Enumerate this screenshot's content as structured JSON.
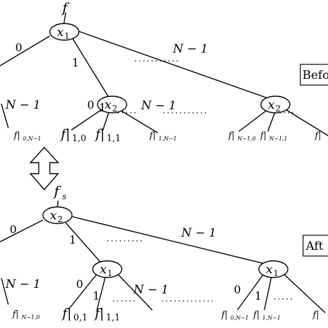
{
  "top_tree": {
    "func": "f",
    "root": "x",
    "root_sub": "1",
    "child": "x",
    "child_sub": "2",
    "left_label_0": "0",
    "left_label_n1": "N − 1",
    "edge_0": "0",
    "edge_1": "1",
    "edge_n1": "N − 1",
    "leaf_0n1": "0,N−1",
    "leaf_10": "1,0",
    "leaf_11": "1,1",
    "leaf_1n1": "1,N−1",
    "leaf_n10": "N−1,0",
    "leaf_n11": "N−1,1",
    "stage": "Befo"
  },
  "bottom_tree": {
    "func": "f",
    "func_sub": "s",
    "root": "x",
    "root_sub": "2",
    "child": "x",
    "child_sub": "1",
    "left_label_0": "0",
    "left_label_n1": "N − 1",
    "edge_0": "0",
    "edge_1": "1",
    "edge_n1": "N − 1",
    "leaf_n10": "N−1,0",
    "leaf_01": "0,1",
    "leaf_11": "1,1",
    "leaf_0n1": "0,N−1",
    "leaf_1n1": "1,N−1",
    "stage": "Aft"
  }
}
